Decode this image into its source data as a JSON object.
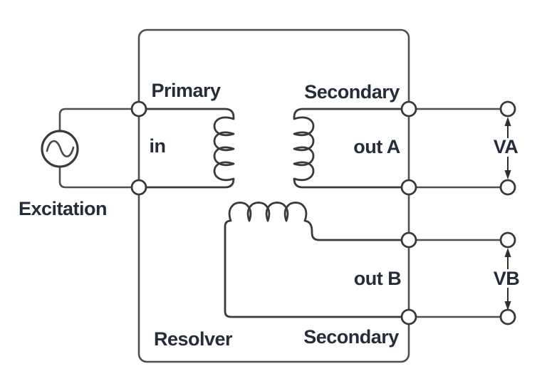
{
  "diagram": {
    "type": "circuit-schematic",
    "subject": "Resolver wiring diagram with excitation source and two secondary outputs"
  },
  "labels": {
    "excitation": "Excitation",
    "resolver": "Resolver",
    "primary": "Primary",
    "secondary_top": "Secondary",
    "secondary_bottom": "Secondary",
    "winding_in": "in",
    "winding_out_a": "out A",
    "winding_out_b": "out B",
    "voltage_a": "VA",
    "voltage_b": "VB"
  },
  "icons": {
    "ac_source": "sine-wave-in-circle",
    "terminals": "open-circle",
    "windings": "coil-loops",
    "voltage_arrows": "up-down-arrows"
  },
  "colors": {
    "background": "#ffffff",
    "wire": "#4f4f4f",
    "component": "#3a3a3a",
    "text": "#252c3a"
  }
}
